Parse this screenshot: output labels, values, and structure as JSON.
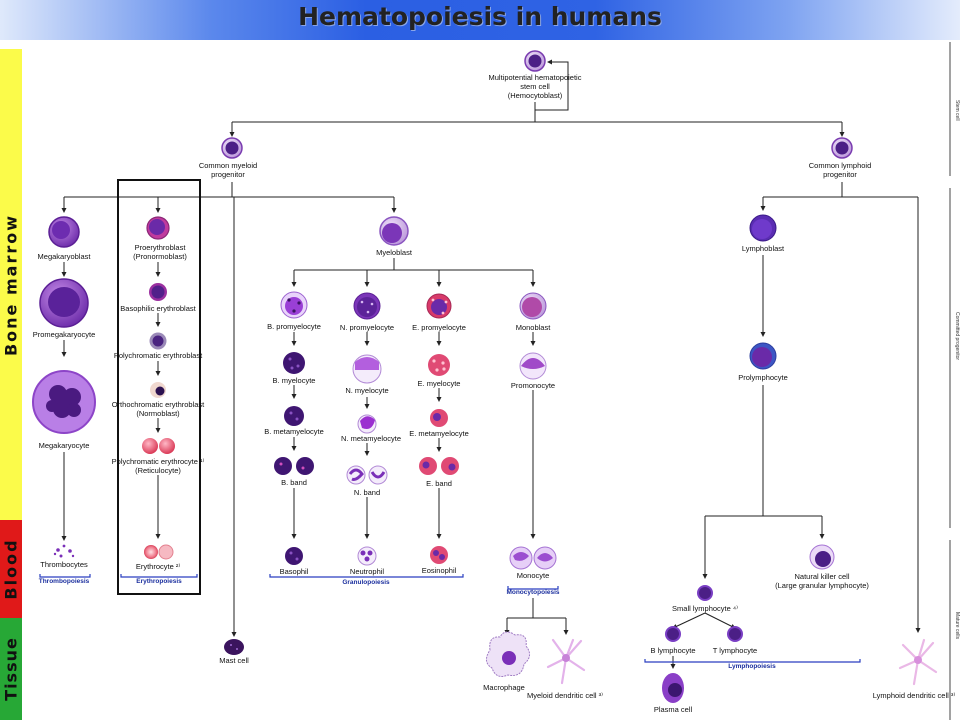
{
  "title": "Hematopoiesis in humans",
  "bands": {
    "bone_marrow": "Bone marrow",
    "blood": "Blood",
    "tissue": "Tissue"
  },
  "side_labels": {
    "stem_cell": "Stem cell",
    "committed": "Committed progenitor",
    "mature": "Mature cells"
  },
  "cells": {
    "stem": [
      "Multipotential hematopoietic",
      "stem cell",
      "(Hemocytoblast)"
    ],
    "cmp": [
      "Common myeloid",
      "progenitor"
    ],
    "clp": [
      "Common lymphoid",
      "progenitor"
    ],
    "megakaryoblast": [
      "Megakaryoblast"
    ],
    "promegakaryocyte": [
      "Promegakaryocyte"
    ],
    "megakaryocyte": [
      "Megakaryocyte"
    ],
    "thrombocytes": [
      "Thrombocytes"
    ],
    "proerythroblast": [
      "Proerythroblast",
      "(Pronormoblast)"
    ],
    "basophilic_erythroblast": [
      "Basophilic erythroblast"
    ],
    "polychromatic_erythroblast": [
      "Polychromatic erythroblast"
    ],
    "orthochromatic_erythroblast": [
      "Orthochromatic erythroblast",
      "(Normoblast)"
    ],
    "polychromatic_erythrocyte": [
      "Polychromatic erythrocyte ¹⁾",
      "(Reticulocyte)"
    ],
    "erythrocyte": [
      "Erythrocyte ²⁾"
    ],
    "mast_cell": [
      "Mast cell"
    ],
    "myeloblast": [
      "Myeloblast"
    ],
    "b_promyelocyte": [
      "B. promyelocyte"
    ],
    "n_promyelocyte": [
      "N. promyelocyte"
    ],
    "e_promyelocyte": [
      "E. promyelocyte"
    ],
    "monoblast": [
      "Monoblast"
    ],
    "b_myelocyte": [
      "B. myelocyte"
    ],
    "n_myelocyte": [
      "N. myelocyte"
    ],
    "e_myelocyte": [
      "E. myelocyte"
    ],
    "promonocyte": [
      "Promonocyte"
    ],
    "b_metamyelocyte": [
      "B. metamyelocyte"
    ],
    "n_metamyelocyte": [
      "N. metamyelocyte"
    ],
    "e_metamyelocyte": [
      "E. metamyelocyte"
    ],
    "b_band": [
      "B. band"
    ],
    "n_band": [
      "N. band"
    ],
    "e_band": [
      "E. band"
    ],
    "basophil": [
      "Basophil"
    ],
    "neutrophil": [
      "Neutrophil"
    ],
    "eosinophil": [
      "Eosinophil"
    ],
    "monocyte": [
      "Monocyte"
    ],
    "macrophage": [
      "Macrophage"
    ],
    "myeloid_dendritic": [
      "Myeloid dendritic cell ³⁾"
    ],
    "lymphoblast": [
      "Lymphoblast"
    ],
    "prolymphocyte": [
      "Prolymphocyte"
    ],
    "small_lymphocyte": [
      "Small lymphocyte ⁴⁾"
    ],
    "nk_cell": [
      "Natural killer cell",
      "(Large granular lymphocyte)"
    ],
    "b_lymphocyte": [
      "B lymphocyte"
    ],
    "t_lymphocyte": [
      "T lymphocyte"
    ],
    "plasma_cell": [
      "Plasma cell"
    ],
    "lymphoid_dendritic": [
      "Lymphoid dendritic cell ³⁾"
    ]
  },
  "groups": {
    "thrombopoiesis": "Thrombopoiesis",
    "erythropoiesis": "Erythropoiesis",
    "granulopoiesis": "Granulopoiesis",
    "monocytopoiesis": "Monocytopoiesis",
    "lymphopoiesis": "Lymphopoiesis"
  },
  "colors": {
    "band_bone_marrow": "#fbfb4a",
    "band_blood": "#e01919",
    "band_tissue": "#27a836",
    "group_line": "#2a3fc0",
    "cell_purple": "#8a3fc7",
    "nucleus": "#3c1670",
    "erythrocyte": "#e84a64"
  }
}
